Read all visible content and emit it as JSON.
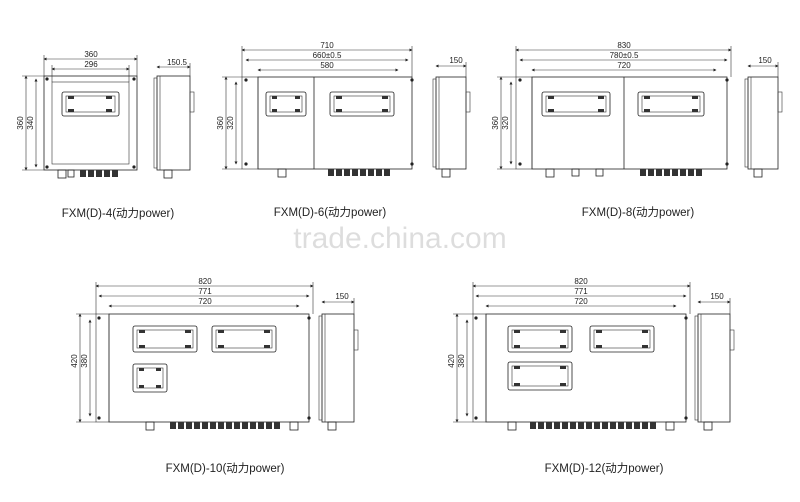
{
  "watermark": "trade.china.com",
  "diagrams": [
    {
      "caption": "FXM(D)-4(动力power)",
      "dims": {
        "outer": "360",
        "inner": "296",
        "height_outer": "360",
        "height_inner": "340",
        "depth": "150.5"
      }
    },
    {
      "caption": "FXM(D)-6(动力power)",
      "dims": {
        "outer": "710",
        "middle": "660±0.5",
        "inner": "580",
        "height_outer": "360",
        "height_inner": "320",
        "depth": "150"
      }
    },
    {
      "caption": "FXM(D)-8(动力power)",
      "dims": {
        "outer": "830",
        "middle": "780±0.5",
        "inner": "720",
        "height_outer": "360",
        "height_inner": "320",
        "depth": "150"
      }
    },
    {
      "caption": "FXM(D)-10(动力power)",
      "dims": {
        "outer": "820",
        "middle": "771",
        "inner": "720",
        "height_outer": "420",
        "height_inner": "380",
        "depth": "150"
      }
    },
    {
      "caption": "FXM(D)-12(动力power)",
      "dims": {
        "outer": "820",
        "middle": "771",
        "inner": "720",
        "height_outer": "420",
        "height_inner": "380",
        "depth": "150"
      }
    }
  ]
}
